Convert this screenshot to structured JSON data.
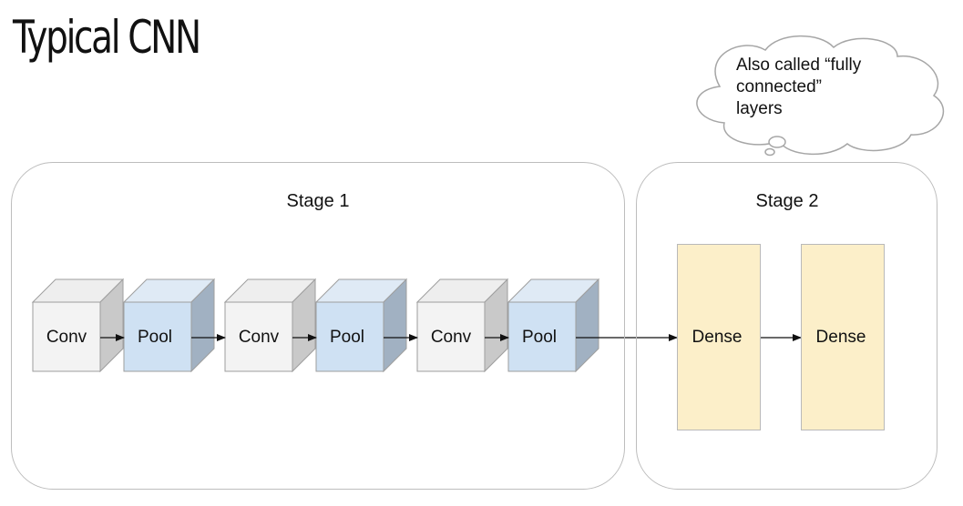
{
  "title": "Typical CNN",
  "stages": [
    {
      "label": "Stage 1"
    },
    {
      "label": "Stage 2"
    }
  ],
  "stage1_layers": [
    {
      "label": "Conv",
      "kind": "conv"
    },
    {
      "label": "Pool",
      "kind": "pool"
    },
    {
      "label": "Conv",
      "kind": "conv"
    },
    {
      "label": "Pool",
      "kind": "pool"
    },
    {
      "label": "Conv",
      "kind": "conv"
    },
    {
      "label": "Pool",
      "kind": "pool"
    }
  ],
  "stage2_layers": [
    {
      "label": "Dense"
    },
    {
      "label": "Dense"
    }
  ],
  "callout": {
    "lines": [
      "Also called “fully",
      "connected”",
      "layers"
    ]
  },
  "colors": {
    "conv_front": "#f3f3f3",
    "conv_top": "#eeeeee",
    "conv_side": "#c9c9c9",
    "pool_front": "#cfe1f3",
    "pool_top": "#dfeaf5",
    "pool_side": "#a1b1c2",
    "dense_fill": "#fcefc9",
    "stage_border": "#bdbdbd",
    "edge": "#9e9e9e"
  }
}
